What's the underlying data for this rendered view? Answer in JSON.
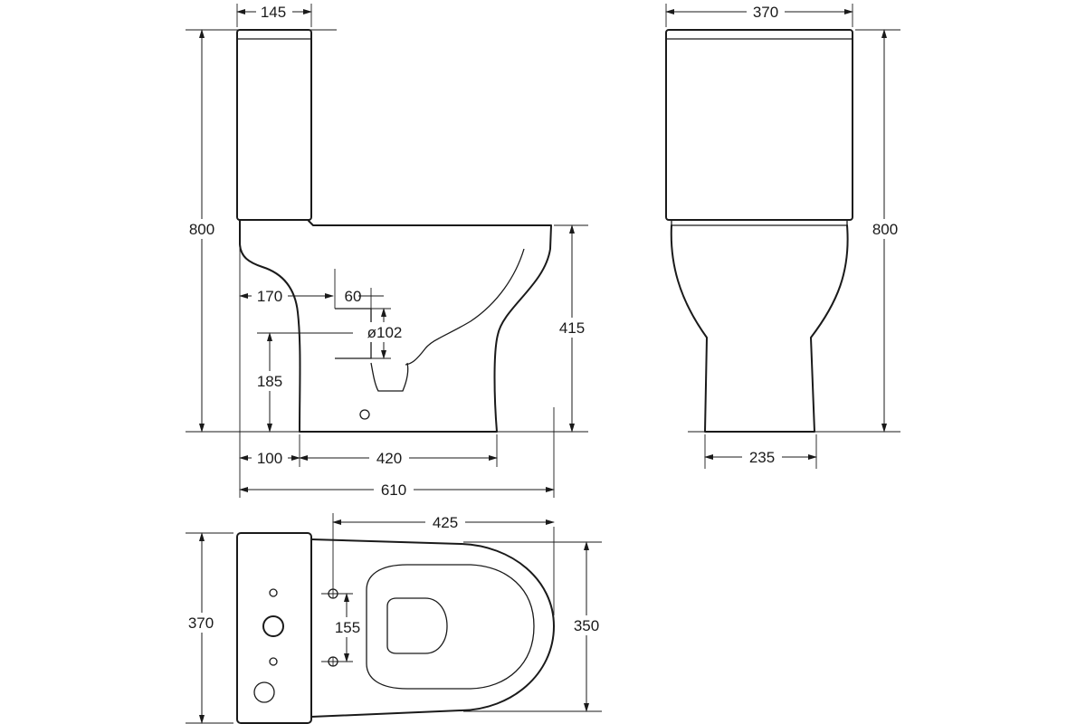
{
  "dimensions": {
    "tank_depth": "145",
    "height_side": "800",
    "tank_width": "370",
    "height_front": "800",
    "outlet_offset_170": "170",
    "outlet_width_60": "60",
    "outlet_diameter": "ø102",
    "outlet_height_185": "185",
    "bowl_height_415": "415",
    "foot_offset_100": "100",
    "foot_length_420": "420",
    "total_length_610": "610",
    "foot_width_235": "235",
    "bowl_length_425": "425",
    "width_top_370": "370",
    "bolt_spacing_155": "155",
    "bowl_width_350": "350"
  }
}
